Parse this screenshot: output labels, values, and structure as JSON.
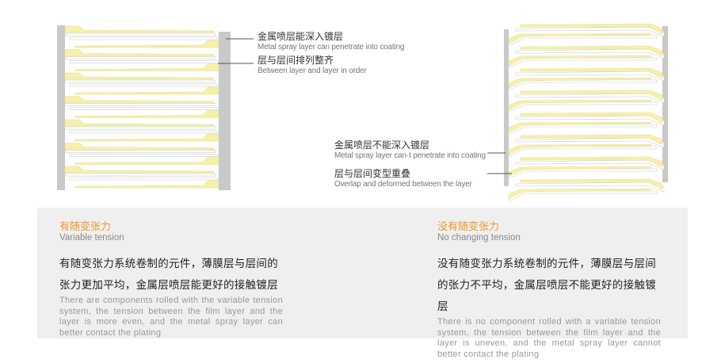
{
  "left_diagram": {
    "label1_cn": "金属喷层能深入镀层",
    "label1_en": "Metal spray layer can penetrate into coating",
    "label2_cn": "层与层间排列整齐",
    "label2_en": "Between layer and layer in order"
  },
  "right_diagram": {
    "label1_cn": "金属喷层不能深入镀层",
    "label1_en": "Metal spray layer can·t penetrate into coating",
    "label2_cn": "层与层间变型重叠",
    "label2_en": "Overlap and deformed between the layer"
  },
  "left_text": {
    "title_cn": "有随变张力",
    "title_en": "Variable tension",
    "desc_cn": "有随变张力系统卷制的元件，薄膜层与层间的张力更加平均，金属层喷层能更好的接触镀层",
    "desc_en": "There are components rolled with the variable tension system, the tension between the film layer and the layer is more even, and the metal spray layer can better contact the plating"
  },
  "right_text": {
    "title_cn": "没有随变张力",
    "title_en": "No changing tension",
    "desc_cn": "没有随变张力系统卷制的元件，薄膜层与层间的张力不平均，金属层喷层不能更好的接触镀层",
    "desc_en": "There is no component rolled with a variable tension system, the tension between the film layer and the layer is uneven, and the metal spray layer cannot better contact the plating"
  },
  "colors": {
    "accent": "#f0962a",
    "yellow": "#f7f0a8",
    "gray": "#c8c9c9",
    "panel": "#efefef"
  }
}
